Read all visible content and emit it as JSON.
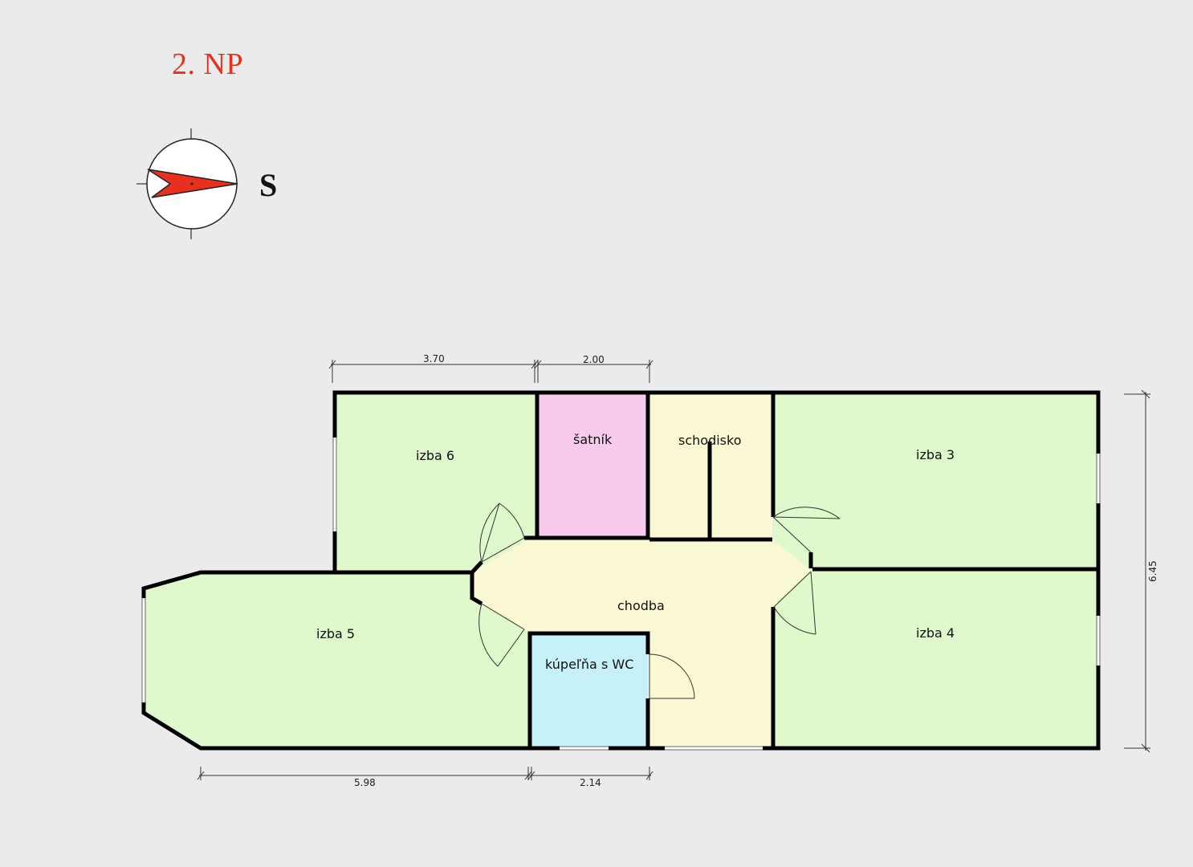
{
  "title": "2. NP",
  "compass": {
    "letter": "S"
  },
  "rooms": {
    "izba6": "izba 6",
    "satnik": "šatník",
    "schodisko": "schodisko",
    "izba3": "izba 3",
    "izba5": "izba 5",
    "chodba": "chodba",
    "izba4": "izba 4",
    "kupelna": "kúpeľňa s WC"
  },
  "dimensions": {
    "top_left": "3.70",
    "top_right": "2.00",
    "bottom_left": "5.98",
    "bottom_right": "2.14",
    "right_side": "6.45"
  },
  "colors": {
    "title": "#e8301e",
    "room_green": "#dff8cc",
    "room_pink": "#f8cbee",
    "room_cream": "#fbf8d4",
    "room_blue": "#c7f1f8",
    "compass_needle": "#e8301e"
  }
}
